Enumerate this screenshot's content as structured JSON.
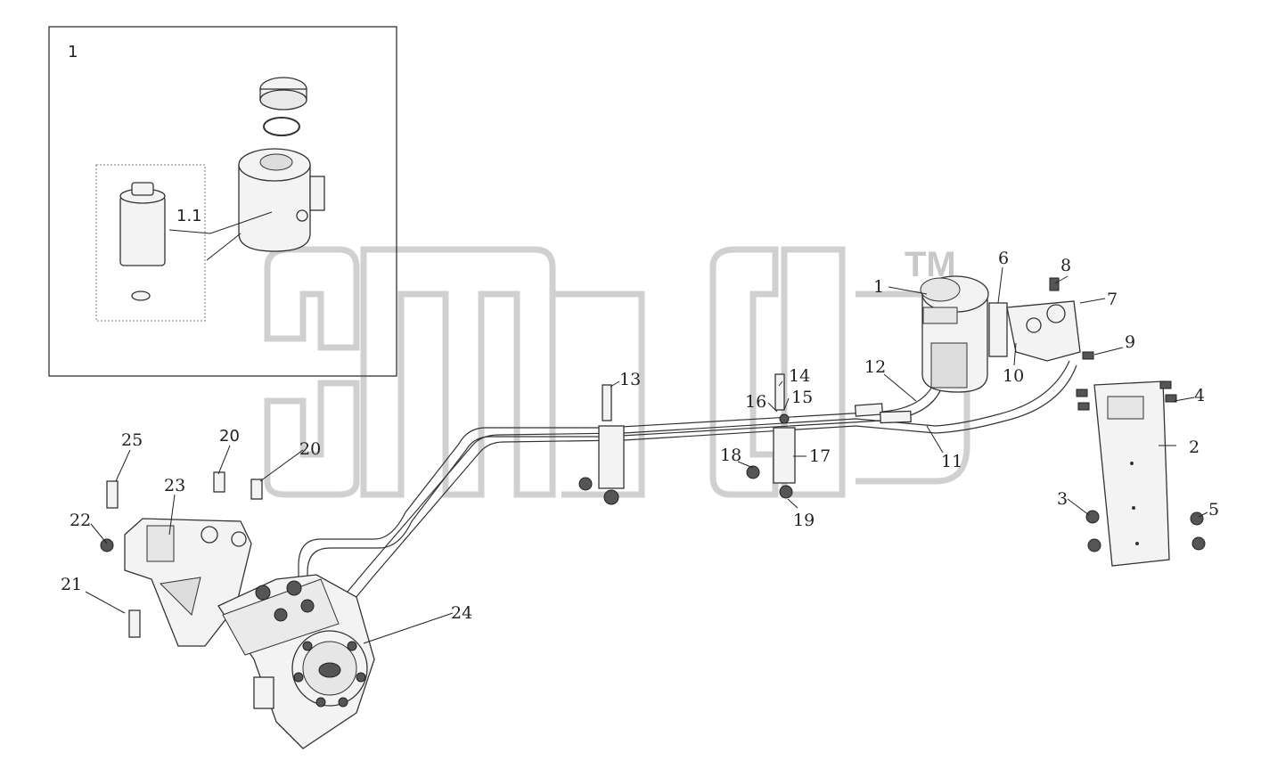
{
  "diagram": {
    "inset_label": "1",
    "inset_sub_label": "1.1",
    "watermark_tm": "TM",
    "callouts": [
      "1",
      "2",
      "3",
      "4",
      "5",
      "6",
      "7",
      "8",
      "9",
      "10",
      "11",
      "12",
      "13",
      "14",
      "15",
      "16",
      "17",
      "18",
      "19",
      "20",
      "20",
      "21",
      "22",
      "23",
      "24",
      "25"
    ],
    "colors": {
      "line": "#333333",
      "watermark": "#c8c8c8",
      "background": "#ffffff"
    }
  }
}
